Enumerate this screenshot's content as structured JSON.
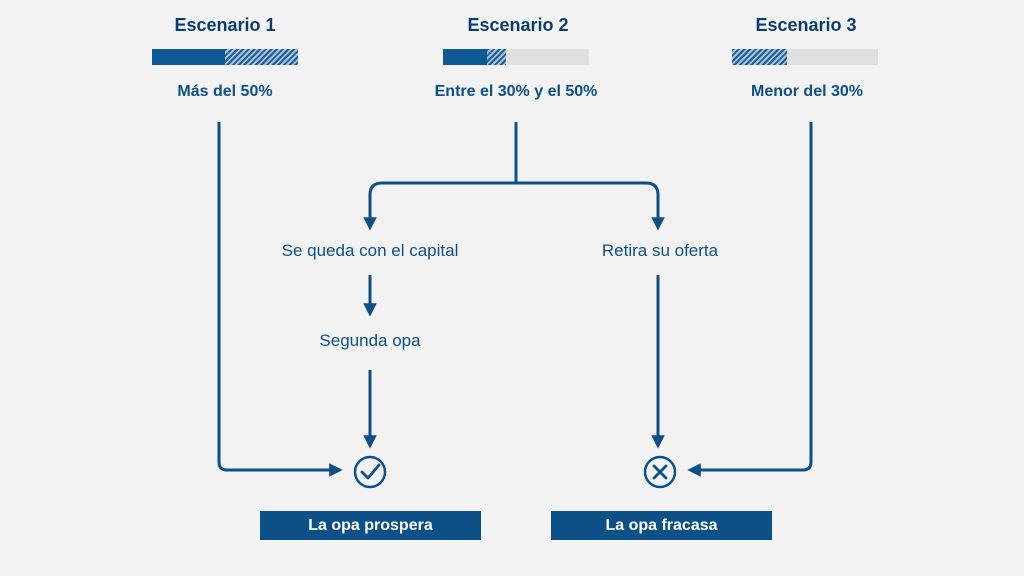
{
  "scenarios": [
    {
      "title": "Escenario 1",
      "range": "Más del 50%",
      "bar": {
        "solid": 0.5,
        "hatch": 0.5
      }
    },
    {
      "title": "Escenario 2",
      "range": "Entre el 30% y el 50%",
      "bar": {
        "solid": 0.3,
        "hatch": 0.13
      }
    },
    {
      "title": "Escenario 3",
      "range": "Menor del 30%",
      "bar": {
        "solid": 0.0,
        "hatch": 0.38
      }
    }
  ],
  "steps": {
    "keep_capital": "Se queda con el capital",
    "second_opa": "Segunda opa",
    "withdraw": "Retira su oferta"
  },
  "results": {
    "success": "La opa prospera",
    "failure": "La opa fracasa"
  },
  "icons": {
    "success": "check-circle-icon",
    "failure": "x-circle-icon"
  },
  "colors": {
    "primary": "#0d4f87",
    "bar_empty": "#e0e0e0",
    "background": "#f2f2f2"
  }
}
